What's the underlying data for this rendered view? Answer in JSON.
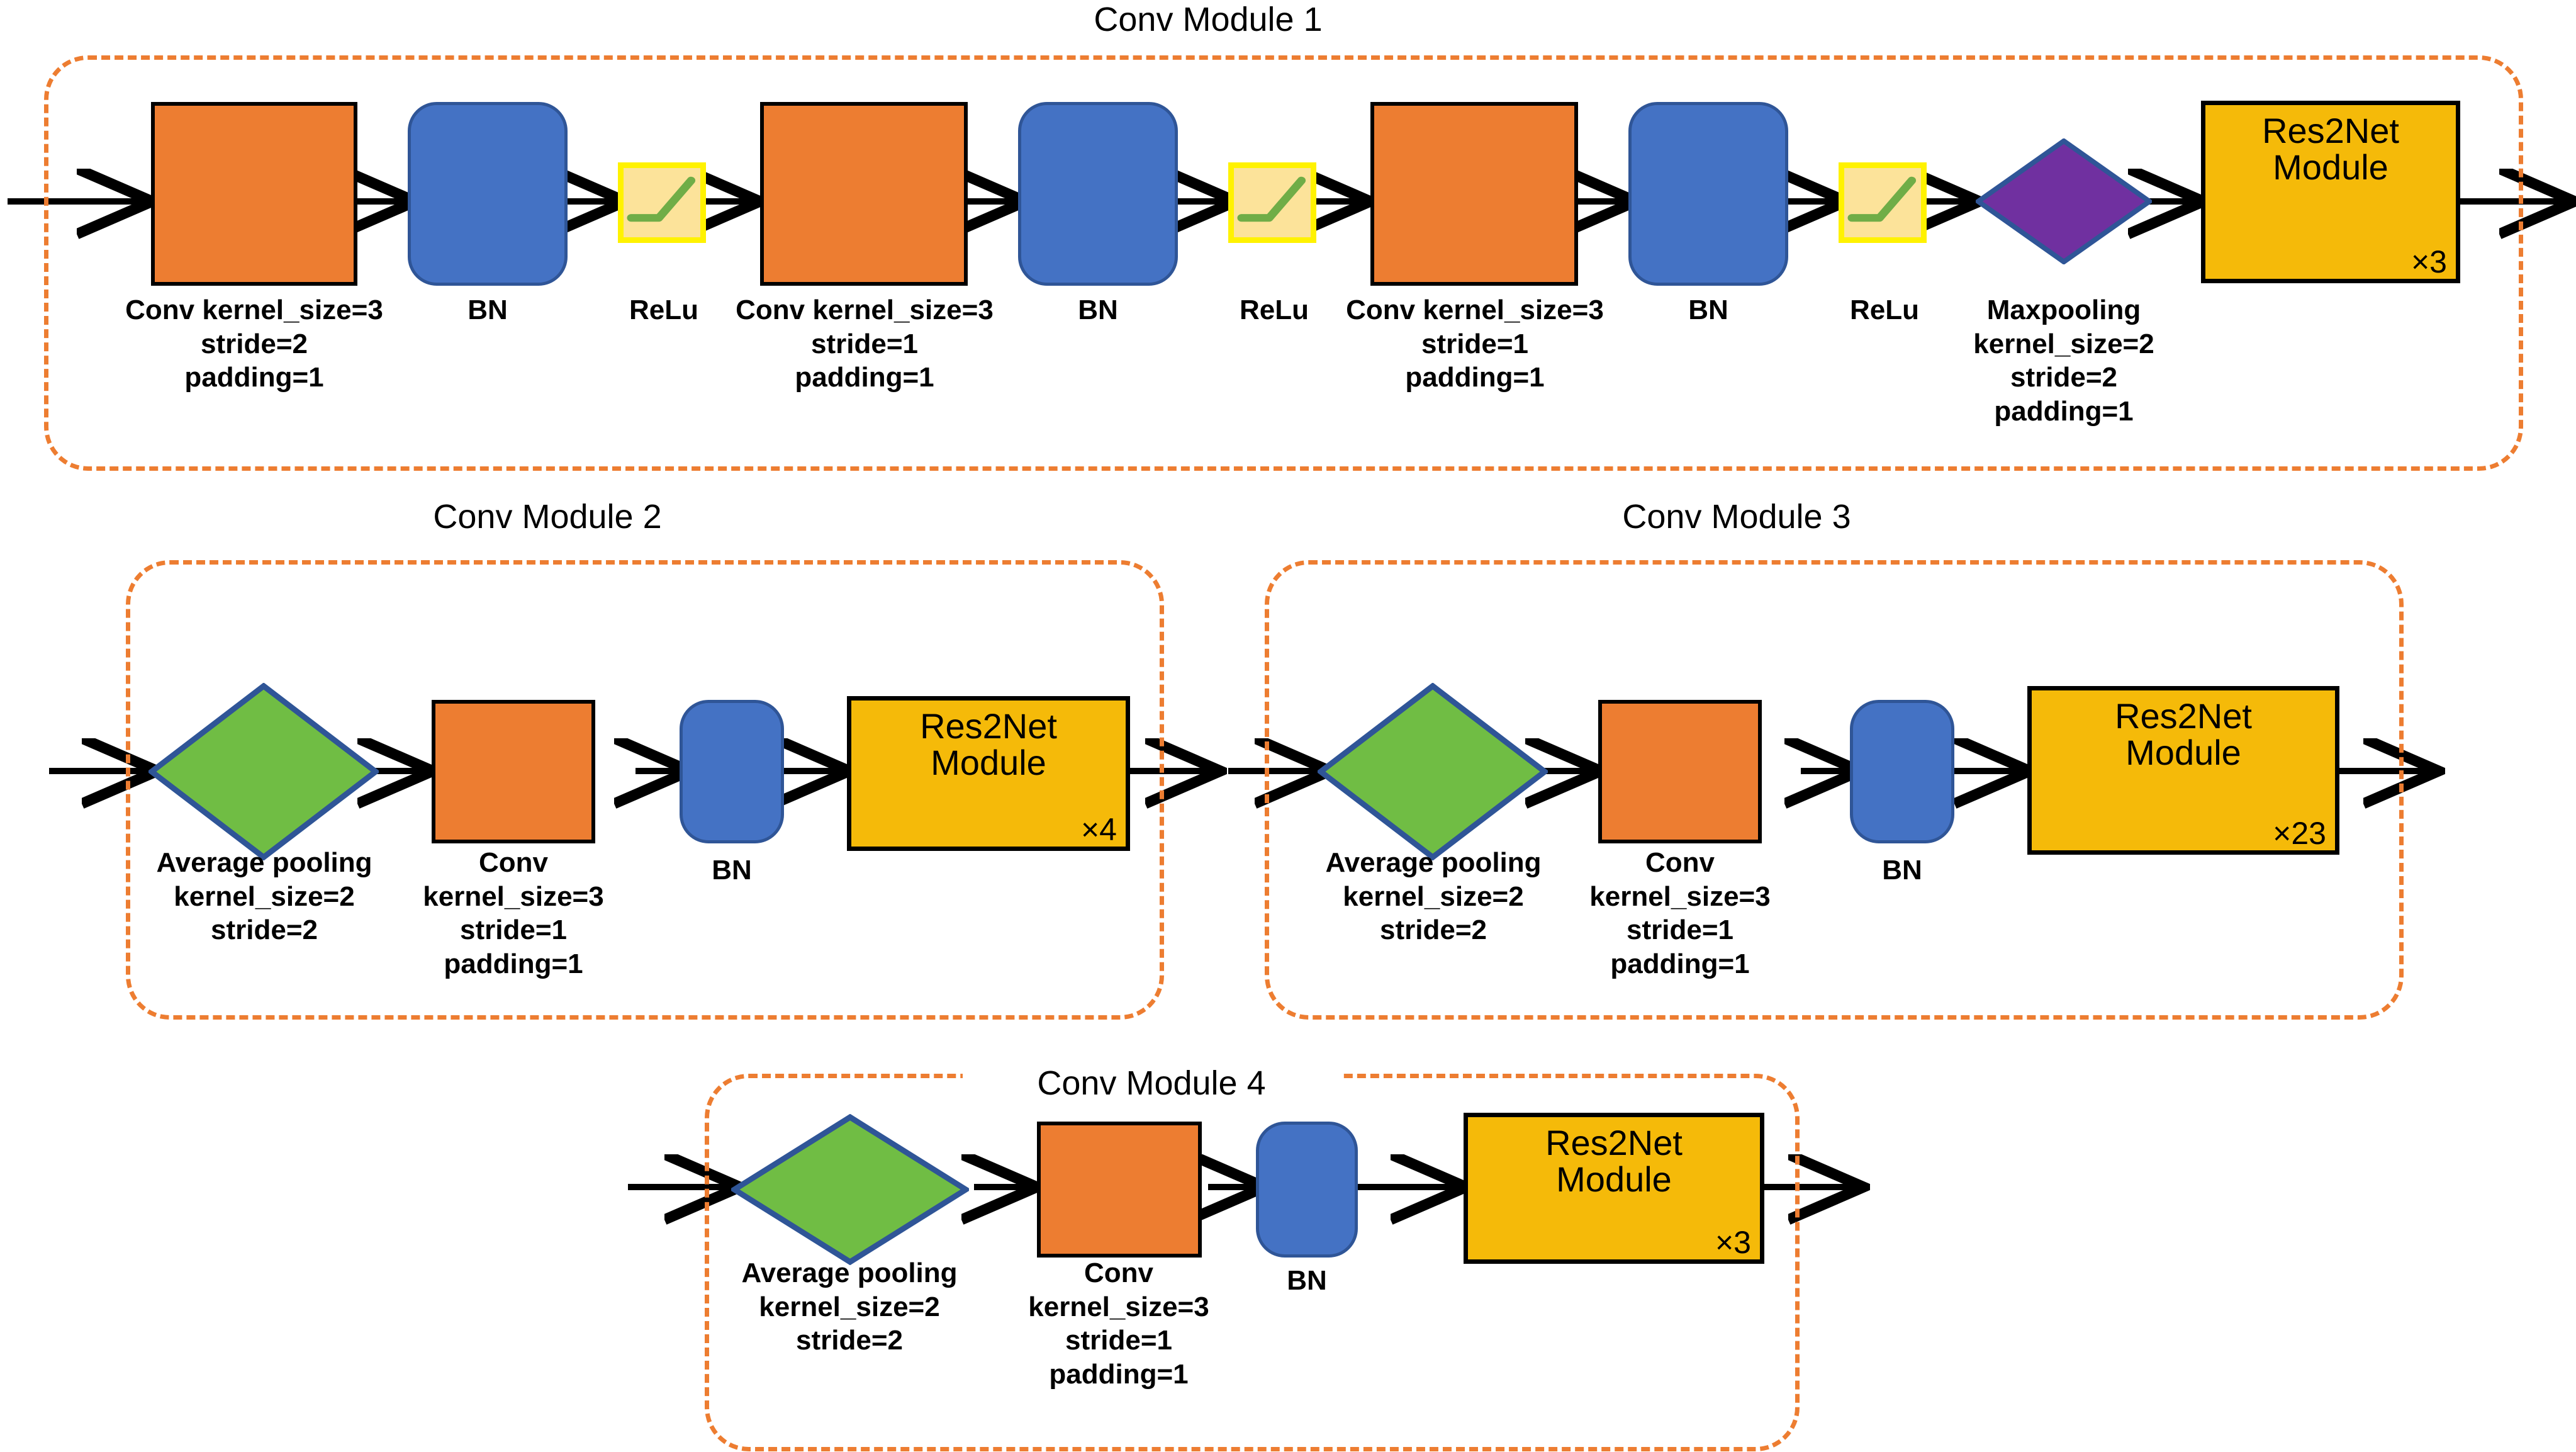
{
  "diagram": {
    "title": "Backbone network convolution modules",
    "colors": {
      "conv": "#ED7D31",
      "bn": "#4472C4",
      "bn_border": "#2F5597",
      "res2net": "#F5BA09",
      "avgpool": "#70BD44",
      "maxpool": "#7030A0",
      "diamond_border": "#2F5597",
      "relu_fill": "#FCE39A",
      "relu_border": "#FFF200",
      "relu_curve": "#70AD47",
      "module_border": "#ED7D31",
      "arrow": "#000000",
      "text": "#000000"
    },
    "modules": [
      {
        "id": "conv-module-1",
        "title": "Conv Module 1",
        "nodes": [
          {
            "kind": "conv",
            "shape": "rect",
            "label": "Conv kernel_size=3\nstride=2\npadding=1"
          },
          {
            "kind": "bn",
            "shape": "rounded",
            "label": "BN"
          },
          {
            "kind": "relu",
            "shape": "icon",
            "label": "ReLu"
          },
          {
            "kind": "conv",
            "shape": "rect",
            "label": "Conv kernel_size=3\nstride=1\npadding=1"
          },
          {
            "kind": "bn",
            "shape": "rounded",
            "label": "BN"
          },
          {
            "kind": "relu",
            "shape": "icon",
            "label": "ReLu"
          },
          {
            "kind": "conv",
            "shape": "rect",
            "label": "Conv kernel_size=3\nstride=1\npadding=1"
          },
          {
            "kind": "bn",
            "shape": "rounded",
            "label": "BN"
          },
          {
            "kind": "relu",
            "shape": "icon",
            "label": "ReLu"
          },
          {
            "kind": "maxpool",
            "shape": "diamond",
            "label": "Maxpooling\nkernel_size=2\nstride=2\npadding=1"
          },
          {
            "kind": "res2net",
            "shape": "rect",
            "label": "",
            "text": "Res2Net\nModule",
            "count": "×3"
          }
        ]
      },
      {
        "id": "conv-module-2",
        "title": "Conv Module 2",
        "nodes": [
          {
            "kind": "avgpool",
            "shape": "diamond",
            "label": "Average pooling\nkernel_size=2\nstride=2"
          },
          {
            "kind": "conv",
            "shape": "rect",
            "label": "Conv\nkernel_size=3\nstride=1\npadding=1"
          },
          {
            "kind": "bn",
            "shape": "rounded",
            "label": "BN"
          },
          {
            "kind": "res2net",
            "shape": "rect",
            "label": "",
            "text": "Res2Net\nModule",
            "count": "×4"
          }
        ]
      },
      {
        "id": "conv-module-3",
        "title": "Conv Module 3",
        "nodes": [
          {
            "kind": "avgpool",
            "shape": "diamond",
            "label": "Average pooling\nkernel_size=2\nstride=2"
          },
          {
            "kind": "conv",
            "shape": "rect",
            "label": "Conv\nkernel_size=3\nstride=1\npadding=1"
          },
          {
            "kind": "bn",
            "shape": "rounded",
            "label": "BN"
          },
          {
            "kind": "res2net",
            "shape": "rect",
            "label": "",
            "text": "Res2Net\nModule",
            "count": "×23"
          }
        ]
      },
      {
        "id": "conv-module-4",
        "title": "Conv Module 4",
        "nodes": [
          {
            "kind": "avgpool",
            "shape": "diamond",
            "label": "Average pooling\nkernel_size=2\nstride=2"
          },
          {
            "kind": "conv",
            "shape": "rect",
            "label": "Conv\nkernel_size=3\nstride=1\npadding=1"
          },
          {
            "kind": "bn",
            "shape": "rounded",
            "label": "BN"
          },
          {
            "kind": "res2net",
            "shape": "rect",
            "label": "",
            "text": "Res2Net\nModule",
            "count": "×3"
          }
        ]
      }
    ]
  }
}
